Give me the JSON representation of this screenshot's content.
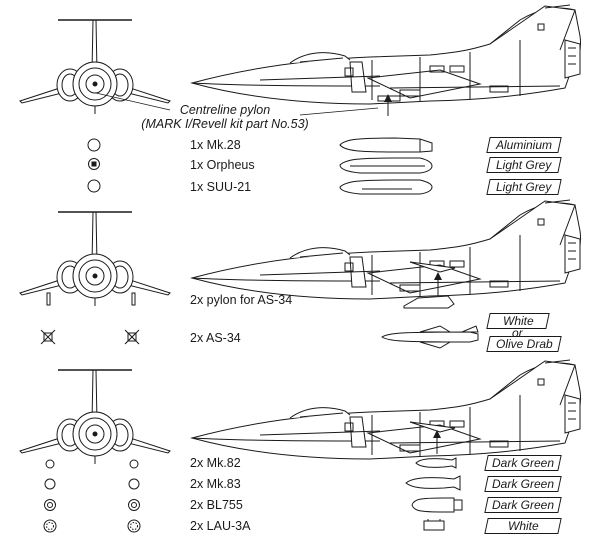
{
  "callout": {
    "line1": "Centreline pylon",
    "line2": "(MARK I/Revell kit part No.53)"
  },
  "panel1": {
    "items": [
      {
        "label": "1x Mk.28",
        "color": "Aluminium"
      },
      {
        "label": "1x Orpheus",
        "color": "Light Grey"
      },
      {
        "label": "1x SUU-21",
        "color": "Light Grey"
      }
    ]
  },
  "panel2": {
    "items": [
      {
        "label": "2x pylon for AS-34"
      },
      {
        "label": "2x AS-34",
        "color_a": "White",
        "or_text": "or",
        "color_b": "Olive Drab"
      }
    ]
  },
  "panel3": {
    "items": [
      {
        "label": "2x Mk.82",
        "color": "Dark Green"
      },
      {
        "label": "2x Mk.83",
        "color": "Dark Green"
      },
      {
        "label": "2x BL755",
        "color": "Dark Green"
      },
      {
        "label": "2x LAU-3A",
        "color": "White"
      }
    ]
  }
}
